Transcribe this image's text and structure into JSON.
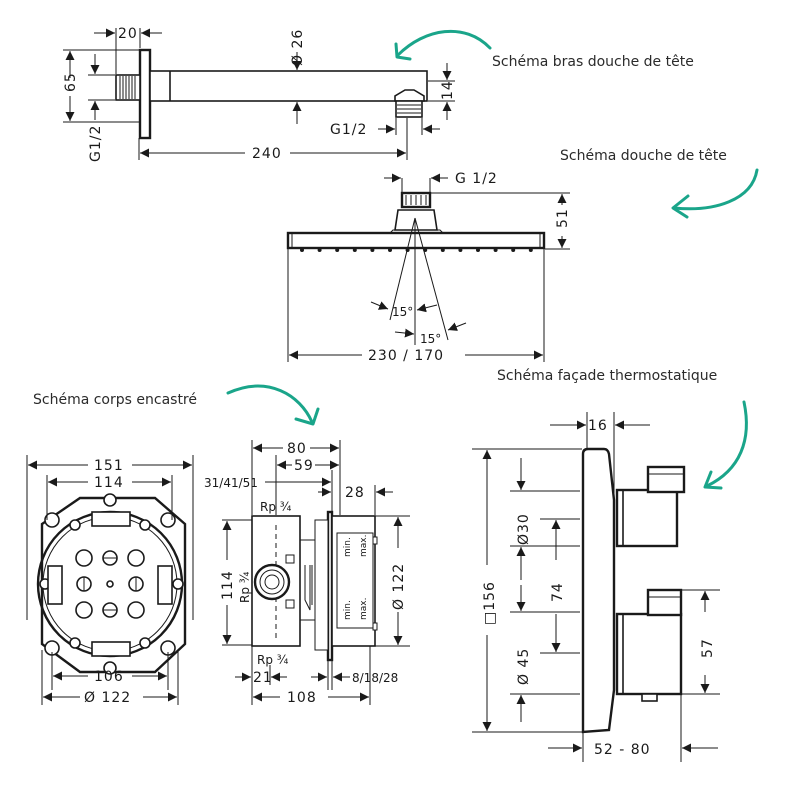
{
  "accent_color": "#1aa58a",
  "captions": {
    "arm": "Schéma bras douche de tête",
    "head": "Schéma douche de tête",
    "body": "Schéma corps encastré",
    "trim": "Schéma façade thermostatique"
  },
  "arm": {
    "flange_width": "20",
    "diameter": "Ø 26",
    "height": "65",
    "inlet_thread": "G1/2",
    "outlet_thread": "G1/2",
    "outlet_height": "14",
    "length": "240"
  },
  "head": {
    "thread": "G 1/2",
    "height": "51",
    "angle_1": "15°",
    "angle_2": "15°",
    "width": "230 / 170"
  },
  "body_front": {
    "outer_width": "151",
    "inner_width": "114",
    "bottom_width": "106",
    "diameter": "Ø 122"
  },
  "body_side": {
    "depth_80": "80",
    "depth_59": "59",
    "depth_range": "31/41/51",
    "depth_28": "28",
    "thread_top": "Rp ¾",
    "thread_mid": "Rp ¾",
    "thread_bottom": "Rp ¾",
    "height_114": "114",
    "diameter_122": "Ø 122",
    "offset_21": "21",
    "range_8_18_28": "8/18/28",
    "total_108": "108",
    "min_label": "min.",
    "max_label": "max."
  },
  "trim": {
    "plate_depth": "16",
    "plate_size": "□156",
    "knob_top_diameter": "Ø30",
    "spacing": "74",
    "knob_bottom_diameter": "Ø 45",
    "knob_bottom_height": "57",
    "projection": "52 - 80"
  }
}
